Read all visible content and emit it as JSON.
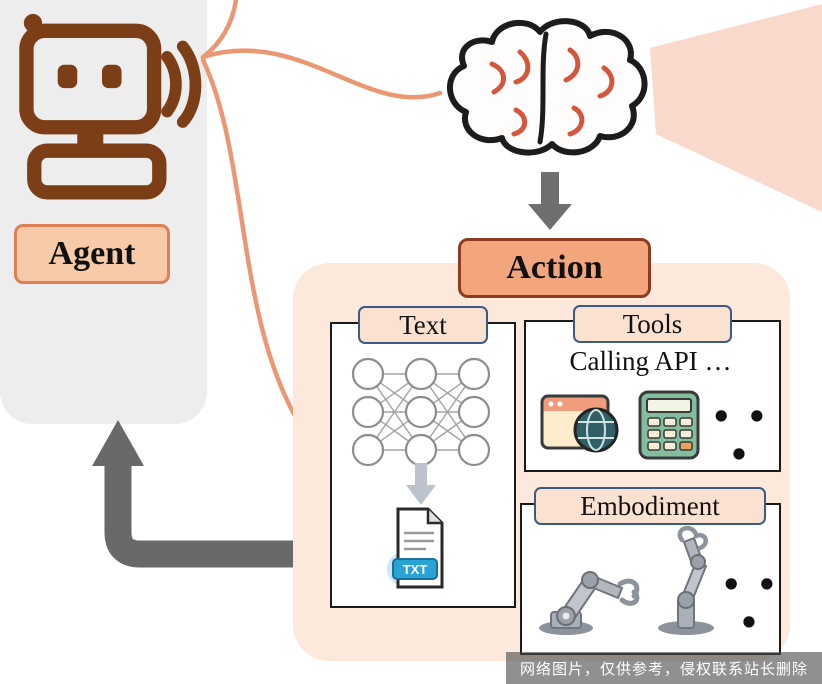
{
  "figure": {
    "agent_label": "Agent",
    "action_label": "Action",
    "modules": {
      "text": {
        "label": "Text",
        "txt_badge": "TXT"
      },
      "tools": {
        "label": "Tools",
        "caption": "Calling API …",
        "more": "• • •"
      },
      "embodiment": {
        "label": "Embodiment",
        "more": "• • •"
      }
    }
  },
  "watermark": {
    "text": "网络图片，仅供参考，侵权联系站长删除"
  },
  "colors": {
    "robot_brown": "#7c3e16",
    "agent_fill": "#f7caa8",
    "agent_border": "#e07f54",
    "action_fill": "#f3a57c",
    "action_border": "#8e3b21",
    "panel_gray": "#ededed",
    "container_peach": "#fce9db",
    "tag_fill": "#fbe2d0",
    "tag_border": "#3c5a85",
    "connector_salmon": "#ea9872",
    "arrow_gray": "#696969",
    "beam_pink": "#f8d9cb",
    "brain_fold_salmon": "#d4573d",
    "txt_badge_blue": "#29a3d6",
    "calculator_green": "#83bd9d",
    "browser_header_salmon": "#ef9d7c"
  }
}
